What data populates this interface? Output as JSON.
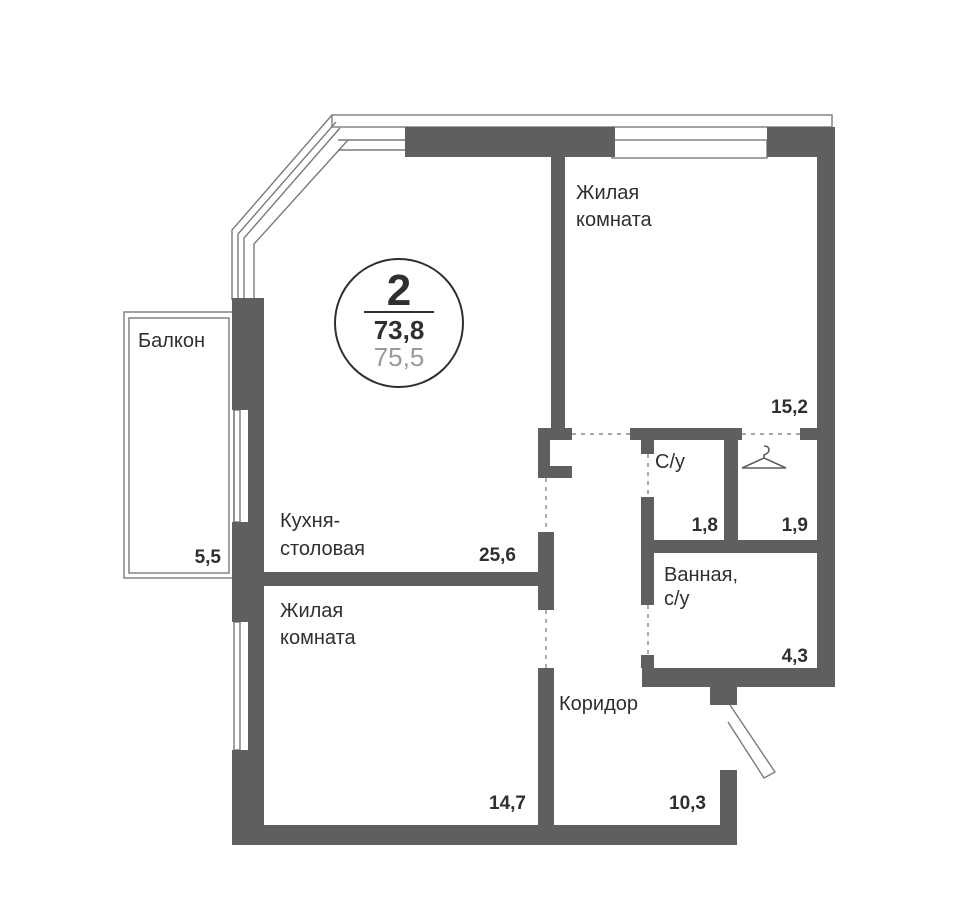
{
  "summary": {
    "rooms_count": "2",
    "living_area": "73,8",
    "total_area": "75,5"
  },
  "rooms": {
    "balcony": {
      "name": "Балкон",
      "area": "5,5"
    },
    "kitchen": {
      "name_line1": "Кухня-",
      "name_line2": "столовая",
      "area": "25,6"
    },
    "bedroom_top": {
      "name_line1": "Жилая",
      "name_line2": "комната",
      "area": "15,2"
    },
    "wc": {
      "name": "С/у",
      "area": "1,8"
    },
    "wardrobe": {
      "icon": "hanger-icon",
      "area": "1,9"
    },
    "bathroom": {
      "name_line1": "Ванная,",
      "name_line2": "с/у",
      "area": "4,3"
    },
    "bedroom_bottom": {
      "name_line1": "Жилая",
      "name_line2": "комната",
      "area": "14,7"
    },
    "corridor": {
      "name": "Коридор",
      "area": "10,3"
    }
  },
  "colors": {
    "wall": "#5f5f5f",
    "text": "#2f2f2f",
    "secondary_text": "#9a9a9a"
  }
}
